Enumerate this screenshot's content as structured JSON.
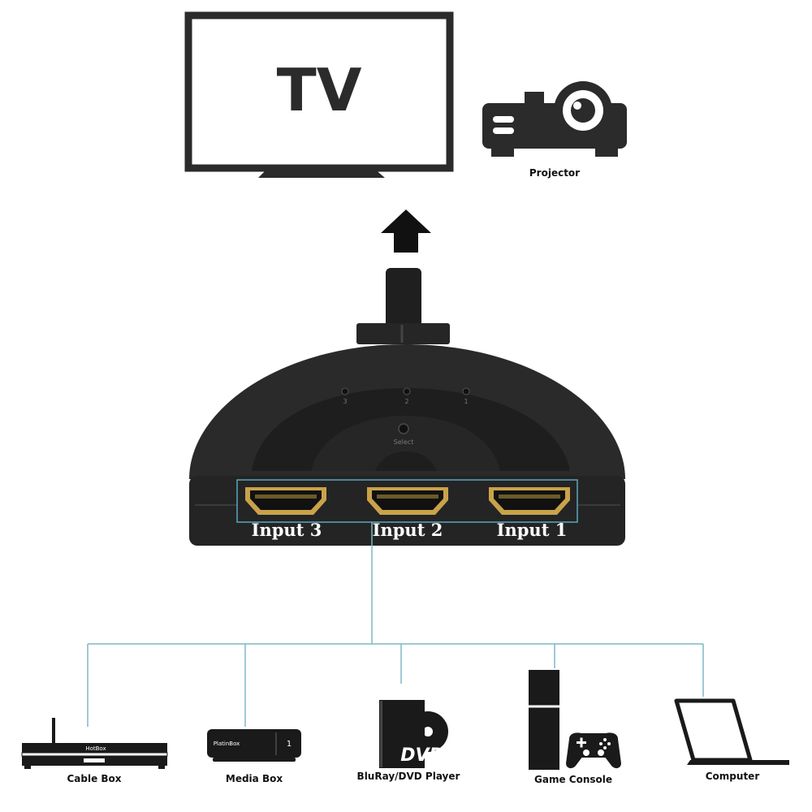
{
  "tv": {
    "label": "TV"
  },
  "projector": {
    "label": "Projector"
  },
  "switch": {
    "inputs": [
      "Input 3",
      "Input 2",
      "Input 1"
    ],
    "leds": [
      "3",
      "2",
      "1"
    ],
    "button_label": "Select"
  },
  "sources": {
    "cable_box": {
      "label": "Cable Box",
      "brand": "HotBox"
    },
    "media_box": {
      "label": "Media Box",
      "brand": "PlatinBox",
      "indicator": "1"
    },
    "bluray": {
      "label": "BluRay/DVD Player",
      "disc_text": "DVD"
    },
    "game_console": {
      "label": "Game Console"
    },
    "computer": {
      "label": "Computer"
    }
  },
  "colors": {
    "connector_line": "#7fb7c6",
    "device_body": "#2b2b2b",
    "switch_body": "#2a2a2a",
    "port_gold": "#c9a24a"
  }
}
